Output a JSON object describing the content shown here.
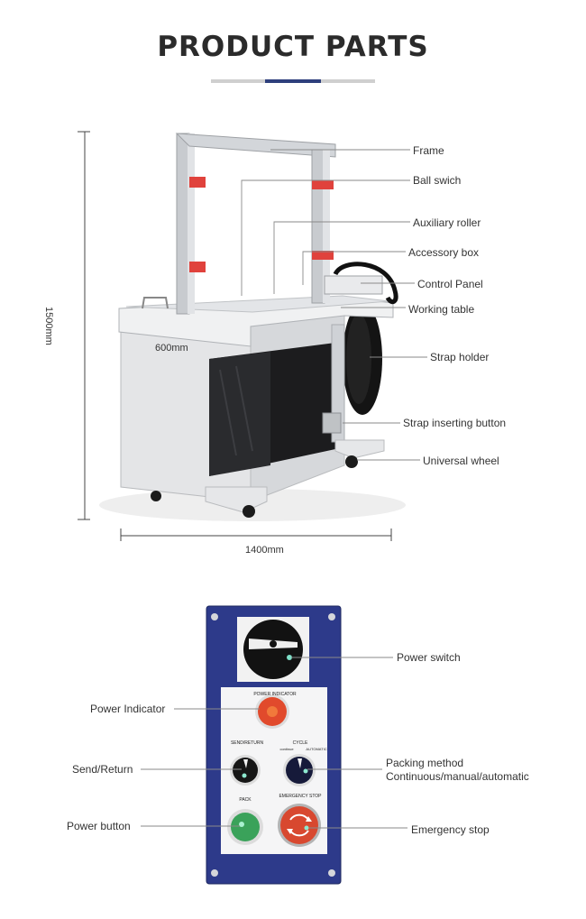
{
  "header": {
    "title": "PRODUCT PARTS"
  },
  "dimensions": {
    "height": "1500mm",
    "depth": "600mm",
    "width": "1400mm"
  },
  "machine_labels": {
    "frame": "Frame",
    "ball_switch": "Ball swich",
    "auxiliary_roller": "Auxiliary roller",
    "accessory_box": "Accessory box",
    "control_panel": "Control Panel",
    "working_table": "Working table",
    "strap_holder": "Strap holder",
    "strap_inserting_button": "Strap inserting button",
    "universal_wheel": "Universal wheel"
  },
  "panel_labels": {
    "power_switch": "Power switch",
    "power_indicator": "Power Indicator",
    "send_return": "Send/Return",
    "packing_method_1": "Packing method",
    "packing_method_2": "Continuous/manual/automatic",
    "power_button": "Power button",
    "emergency_stop": "Emergency stop"
  },
  "panel_printed": {
    "power_indicator": "POWER INDICATOR",
    "send_return": "SEND/RETURN",
    "cycle": "CYCLE",
    "continuous": "continue",
    "automatic": "AUTOMATIC",
    "pack": "PACK",
    "emergency_stop": "EMERGENCY STOP"
  },
  "colors": {
    "accent": "#2e3f7c",
    "panel_blue": "#2d3a8a",
    "red_clamp": "#e0423c",
    "green_button": "#3aa25a",
    "emergency_red": "#d8482f"
  }
}
